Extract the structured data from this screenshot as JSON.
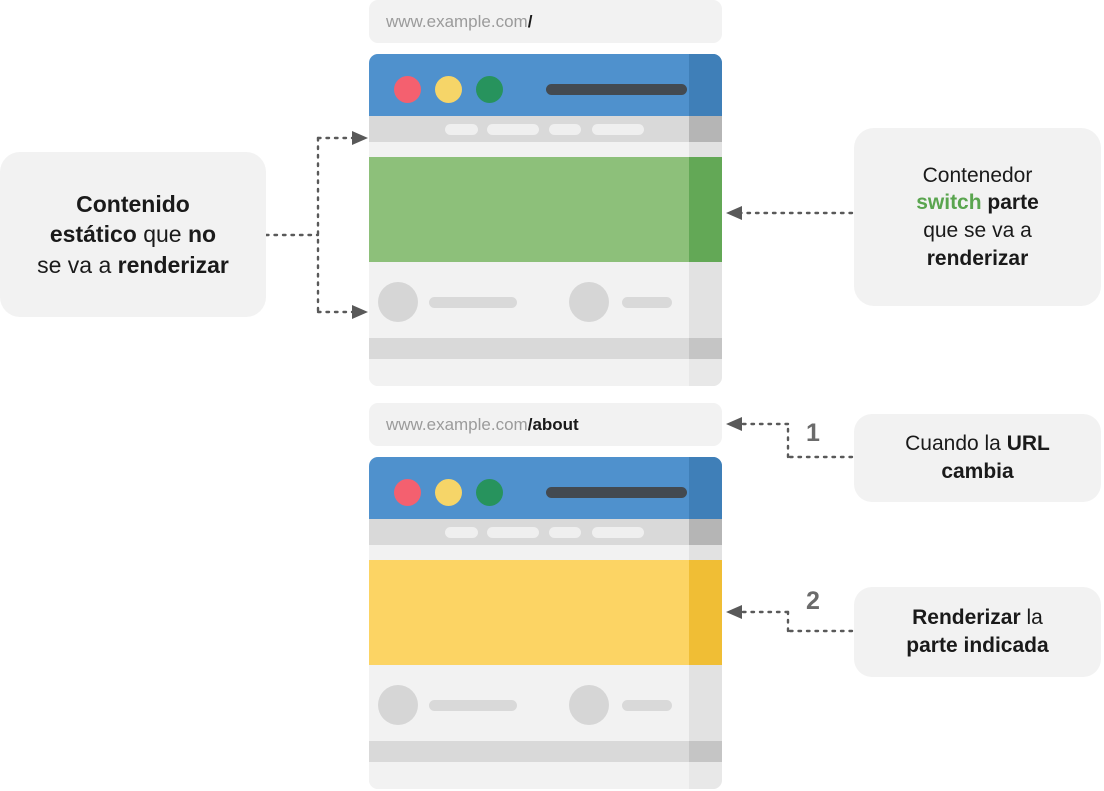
{
  "callouts": {
    "static": {
      "line1_bold": "Contenido",
      "line2_bold": "estático",
      "line2_rest": " que ",
      "line2_bold2": "no",
      "line3_rest": "se va a ",
      "line3_bold": "renderizar"
    },
    "switch": {
      "line1": "Contenedor",
      "line2_green": "switch",
      "line2_bold": " parte",
      "line3": "que se va a",
      "line4_bold": "renderizar"
    },
    "url_change": {
      "line1": "Cuando la ",
      "line1_bold": "URL",
      "line2_bold": "cambia"
    },
    "render_part": {
      "line1_bold": "Renderizar",
      "line1_rest": " la",
      "line2_bold": "parte indicada"
    }
  },
  "steps": {
    "one": "1",
    "two": "2"
  },
  "browsers": [
    {
      "url_host": "www.example.com",
      "url_path": "/",
      "hero_color": "#8dc45f",
      "hero_edge_color": "#63a856",
      "dots": [
        "red-dot",
        "yellow-dot",
        "green-dot"
      ]
    },
    {
      "url_host": "www.example.com",
      "url_path": "/about",
      "hero_color": "#fcd464",
      "hero_edge_color": "#f0be35",
      "dots": [
        "red-dot",
        "yellow-dot",
        "green-dot"
      ]
    }
  ],
  "colors": {
    "titlebar_blue": "#4f91cd",
    "titlebar_blue_edge": "#3f7fb8",
    "dot_red": "#f4606f",
    "dot_yellow": "#f6d568",
    "dot_green": "#27935d",
    "hero_green": "#8dc07a",
    "hero_yellow": "#fcd464",
    "callout_bg": "#f2f2f2",
    "switch_green_text": "#5aa54f",
    "step_number_gray": "#6b6b6b",
    "connector_gray": "#595959"
  }
}
